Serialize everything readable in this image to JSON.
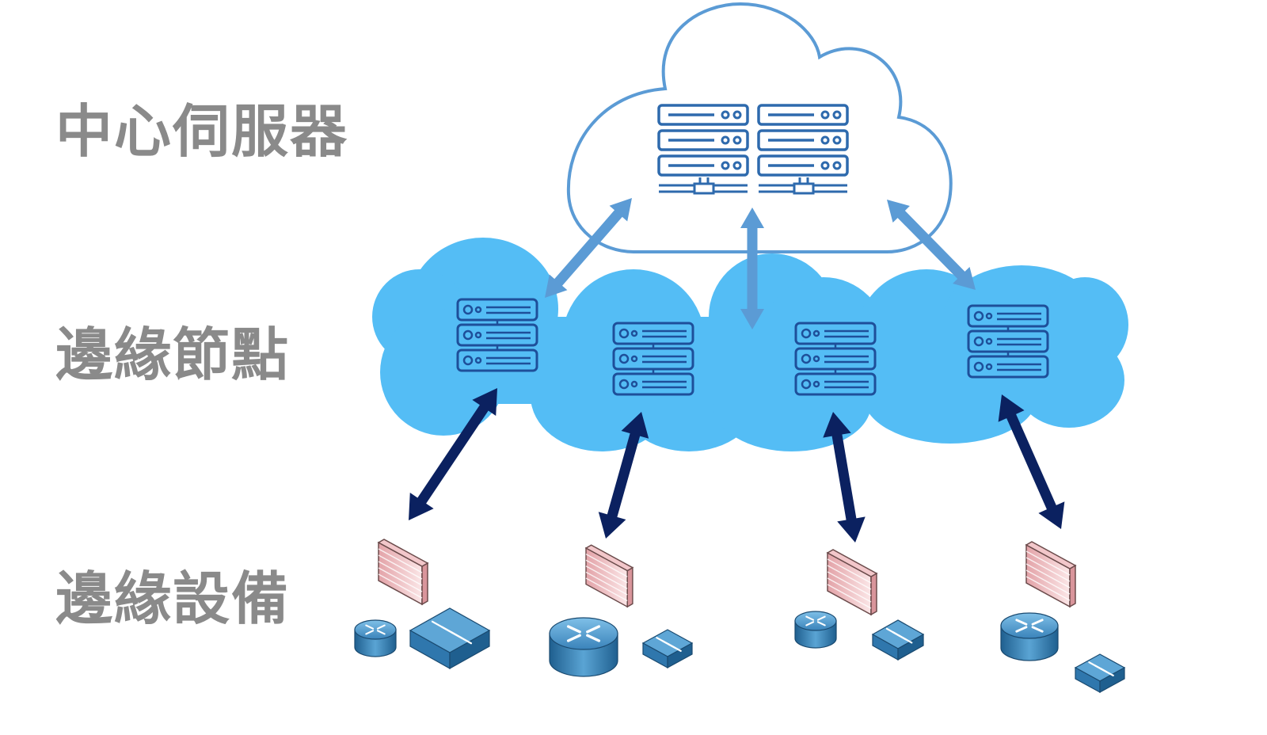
{
  "labels": {
    "central_server": "中心伺服器",
    "edge_nodes": "邊緣節點",
    "edge_devices": "邊緣設備"
  },
  "colors": {
    "label_text": "#8a8a8a",
    "central_cloud_stroke": "#5b9bd5",
    "central_server_icon": "#2e6aad",
    "edge_cloud_fill": "#54bdf5",
    "edge_server_icon": "#1e4f9a",
    "upper_arrows": "#5b9bd5",
    "lower_arrows": "#0b2160",
    "firewall": "#e8a9ae",
    "router_switch": "#3d86bd"
  },
  "central": {
    "server_racks": 2,
    "units_per_rack": 3
  },
  "edge_nodes": [
    {
      "id": "node-1",
      "units": 3
    },
    {
      "id": "node-2",
      "units": 3
    },
    {
      "id": "node-3",
      "units": 3
    },
    {
      "id": "node-4",
      "units": 3
    }
  ],
  "edge_device_groups": [
    {
      "id": "group-1",
      "devices": [
        "firewall",
        "router",
        "switch"
      ]
    },
    {
      "id": "group-2",
      "devices": [
        "firewall",
        "router",
        "switch"
      ]
    },
    {
      "id": "group-3",
      "devices": [
        "firewall",
        "router",
        "switch"
      ]
    },
    {
      "id": "group-4",
      "devices": [
        "firewall",
        "router",
        "switch"
      ]
    }
  ],
  "connections": {
    "central_to_nodes": "bidirectional",
    "nodes_to_devices": "bidirectional"
  }
}
